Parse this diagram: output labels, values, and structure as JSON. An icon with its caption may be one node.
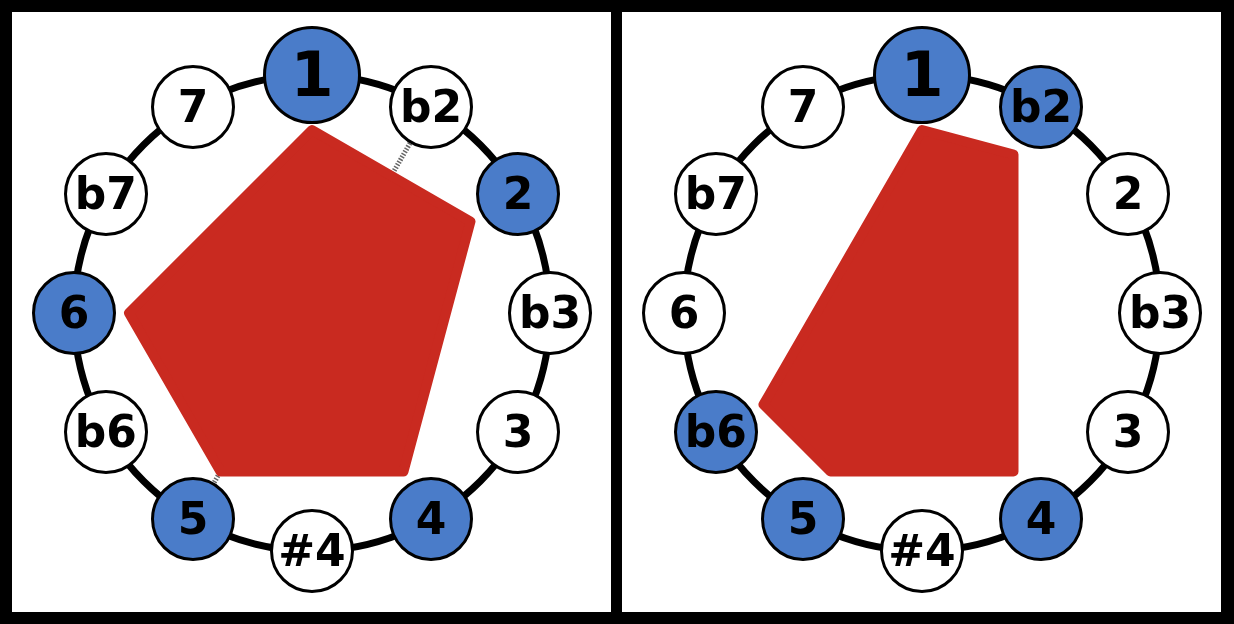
{
  "diagram": {
    "nodes": [
      {
        "text": [],
        "shape": "box"
      },
      {
        "text": [
          "1"
        ],
        "in": 0
      },
      {
        "text": [
          "b2"
        ],
        "in": 0
      },
      {
        "text": [
          "2"
        ],
        "in": 0
      },
      {
        "text": [
          "b3"
        ],
        "in": 0
      },
      {
        "text": [
          "3"
        ],
        "in": 0
      },
      {
        "text": [
          "4"
        ],
        "in": 0
      },
      {
        "text": [
          "#4"
        ],
        "in": 0
      },
      {
        "text": [
          "5"
        ],
        "in": 0
      },
      {
        "text": [
          "b6"
        ],
        "in": 0
      },
      {
        "text": [
          "6"
        ],
        "in": 0
      },
      {
        "text": [
          "b7"
        ],
        "in": 0
      },
      {
        "text": [
          "7"
        ],
        "in": 0
      },
      {
        "text": [],
        "shape": "box"
      },
      {
        "text": [
          "1"
        ],
        "in": 13
      },
      {
        "text": [
          "b2"
        ],
        "in": 13
      },
      {
        "text": [
          "2"
        ],
        "in": 13
      },
      {
        "text": [
          "b3"
        ],
        "in": 13
      },
      {
        "text": [
          "3"
        ],
        "in": 13
      },
      {
        "text": [
          "4"
        ],
        "in": 13
      },
      {
        "text": [
          "#4"
        ],
        "in": 13
      },
      {
        "text": [
          "5"
        ],
        "in": 13
      },
      {
        "text": [
          "b6"
        ],
        "in": 13
      },
      {
        "text": [
          "6"
        ],
        "in": 13
      },
      {
        "text": [
          "b7"
        ],
        "in": 13
      },
      {
        "text": [
          "7"
        ],
        "in": 13
      },
      {
        "text": [],
        "shape": "polygon",
        "in": 0
      },
      {
        "text": [],
        "shape": "polygon",
        "in": 13
      }
    ]
  }
}
